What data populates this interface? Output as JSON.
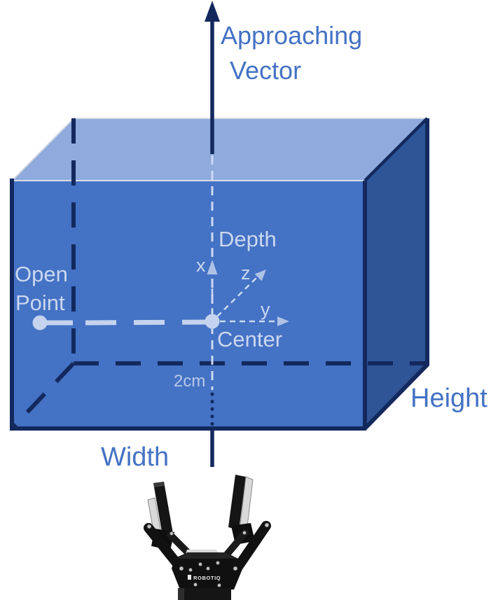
{
  "figure": {
    "approaching_vector": {
      "line1": "Approaching",
      "line2": "Vector"
    },
    "box_labels": {
      "depth": "Depth",
      "open_point_line1": "Open",
      "open_point_line2": "Point",
      "center": "Center",
      "offset_label": "2cm",
      "width": "Width",
      "height": "Height"
    },
    "axes": {
      "x": "x",
      "y": "y",
      "z": "z"
    },
    "colors": {
      "front_face": "#4472C4",
      "top_face": "#8FAADC",
      "side_face": "#2F5597",
      "edge_dark_navy": "#13295E",
      "light_dash": "#CDD9F2",
      "label_blue": "#4472C4"
    },
    "gripper": {
      "brand": "ROBOTIQ"
    }
  }
}
